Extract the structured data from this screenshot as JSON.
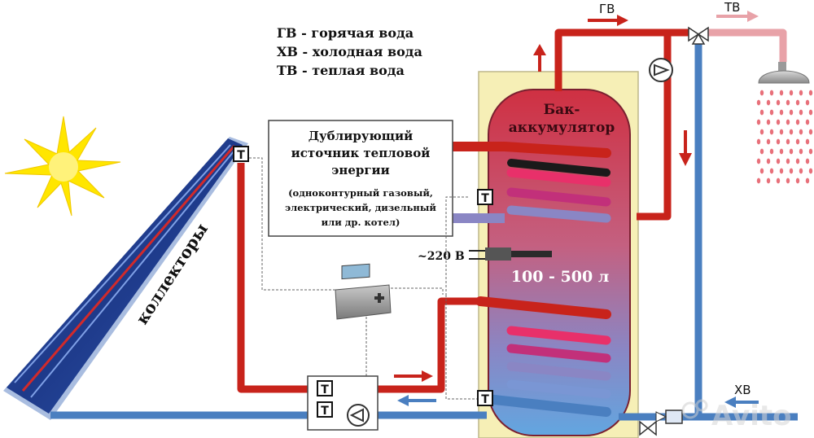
{
  "legend": {
    "hot_water": "ГВ - горячая вода",
    "cold_water": "ХВ - холодная вода",
    "warm_water": "ТВ - теплая вода"
  },
  "flow_labels": {
    "hot_out": "ГВ",
    "warm_out": "ТВ",
    "cold_in": "ХВ"
  },
  "collector": {
    "label": "коллекторы"
  },
  "backup_source": {
    "line1": "Дублирующий",
    "line2": "источник тепловой",
    "line3": "энергии",
    "line4": "(одноконтурный газовый,",
    "line5": "электрический, дизельный",
    "line6": "или др. котел)"
  },
  "tank": {
    "label_line1": "Бак-",
    "label_line2": "аккумулятор",
    "volume": "100 - 500 л"
  },
  "heater": {
    "voltage": "~220 В"
  },
  "sensor_letter": "T",
  "watermark": "Avito",
  "colors": {
    "hot_pipe": "#c8231b",
    "cold_pipe": "#4a7fc0",
    "warm_pipe": "#e8a2a8",
    "tank_housing": "#f6efb6",
    "sun": "#ffe600"
  }
}
